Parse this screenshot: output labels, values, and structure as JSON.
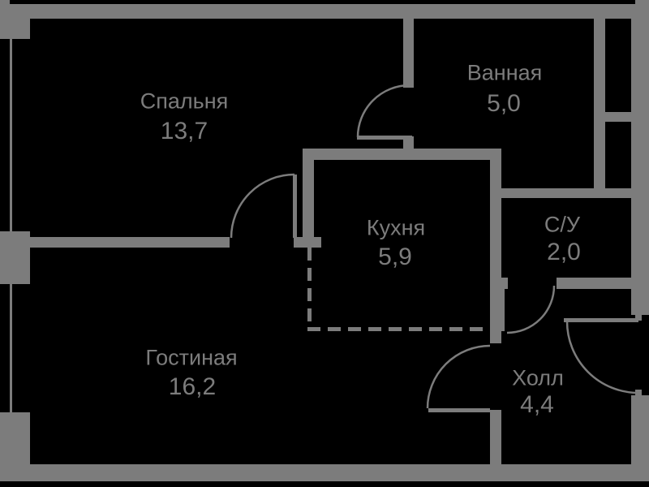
{
  "floor_plan": {
    "colors": {
      "wall": "#7c7c7c",
      "background": "#000000",
      "text": "#7c7c7c"
    },
    "rooms": [
      {
        "id": "bedroom",
        "name": "Спальня",
        "area": "13,7"
      },
      {
        "id": "bathroom",
        "name": "Ванная",
        "area": "5,0"
      },
      {
        "id": "kitchen",
        "name": "Кухня",
        "area": "5,9"
      },
      {
        "id": "wc",
        "name": "С/У",
        "area": "2,0"
      },
      {
        "id": "living",
        "name": "Гостиная",
        "area": "16,2"
      },
      {
        "id": "hall",
        "name": "Холл",
        "area": "4,4"
      }
    ]
  }
}
